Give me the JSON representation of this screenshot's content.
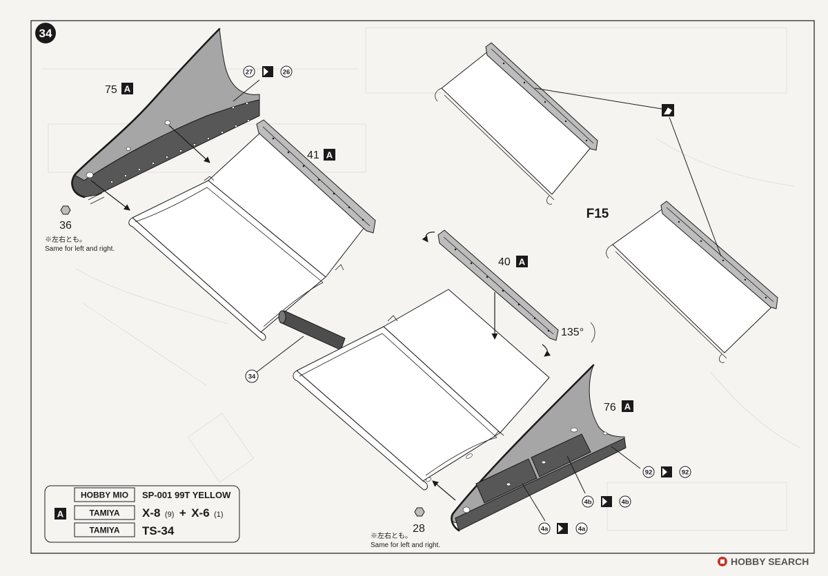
{
  "step_number": "34",
  "parts": {
    "end_plate_left": {
      "number": "75",
      "tree": "A"
    },
    "flap_rail_upper": {
      "number": "41",
      "tree": "A"
    },
    "flap_rail_lower": {
      "number": "40",
      "tree": "A"
    },
    "end_plate_right": {
      "number": "76",
      "tree": "A"
    },
    "nut_left": {
      "number": "36"
    },
    "nut_right": {
      "number": "28"
    },
    "rod": {
      "number": "34"
    }
  },
  "decals": {
    "left_plate": {
      "from": "27",
      "to": "26"
    },
    "right_plate_edge": {
      "from": "92",
      "to": "92"
    },
    "right_plate_upper": {
      "from": "4b",
      "to": "4b"
    },
    "right_plate_lower": {
      "from": "4a",
      "to": "4a"
    }
  },
  "notes": {
    "jp": "※左右とも。",
    "en": "Same for left and right."
  },
  "view_label": "F15",
  "fold_angle": "135°",
  "color_table": {
    "code": "A",
    "rows": [
      {
        "brand": "HOBBY MIO",
        "paint": "SP-001 99T YELLOW"
      },
      {
        "brand": "TAMIYA",
        "paint": "X-8",
        "ratio": "(9)",
        "plus": "+",
        "paint2": "X-6",
        "ratio2": "(1)"
      },
      {
        "brand": "TAMIYA",
        "paint": "TS-34"
      }
    ]
  },
  "watermark": "HOBBY SEARCH",
  "icons": {
    "decal_transfer": "decal-transfer-icon",
    "nut": "hex-nut-icon",
    "watermark_logo": "hobby-search-logo-icon"
  },
  "colors": {
    "paper": "#f5f4f1",
    "ink": "#1a1a1a",
    "plate": "#a6a6a6",
    "plate_dark": "#575757",
    "rail": "#bdbdbd",
    "rod": "#4d4d4d",
    "watermark_mark": "#c0392b",
    "watermark_text": "#555555"
  }
}
